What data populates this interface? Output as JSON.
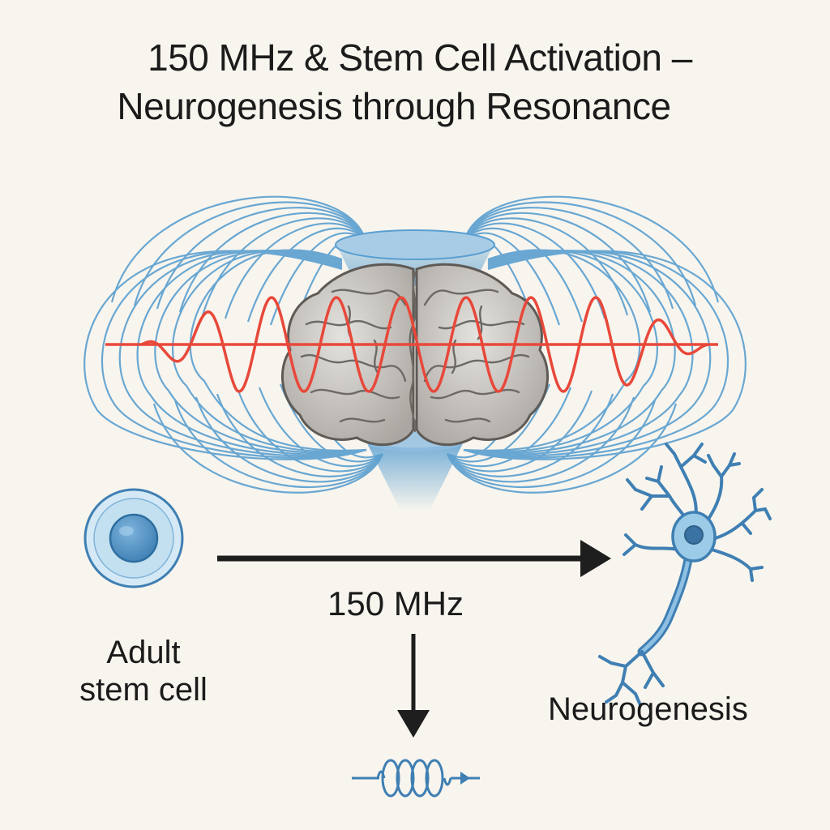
{
  "title": {
    "line1": "150 MHz & Stem Cell Activation –",
    "line2": "Neurogenesis through Resonance"
  },
  "labels": {
    "stem_cell": [
      "Adult",
      "stem cell"
    ],
    "neurogenesis": "Neurogenesis",
    "frequency": "150 MHz"
  },
  "colors": {
    "background": "#f8f5ee",
    "field_lines": "#5a9fd0",
    "wave": "#e8483a",
    "brain": "#c9c6c1",
    "brain_outline": "#5e5a56",
    "cell_fill": "#cfe6f3",
    "cell_nucleus": "#4f8fc2",
    "neuron": "#6aa6d2",
    "arrow": "#1e1e1e"
  },
  "icons": {
    "brain": "brain-icon",
    "stem_cell": "stem-cell-icon",
    "neuron": "neuron-icon",
    "coil": "coil-antenna-icon"
  }
}
